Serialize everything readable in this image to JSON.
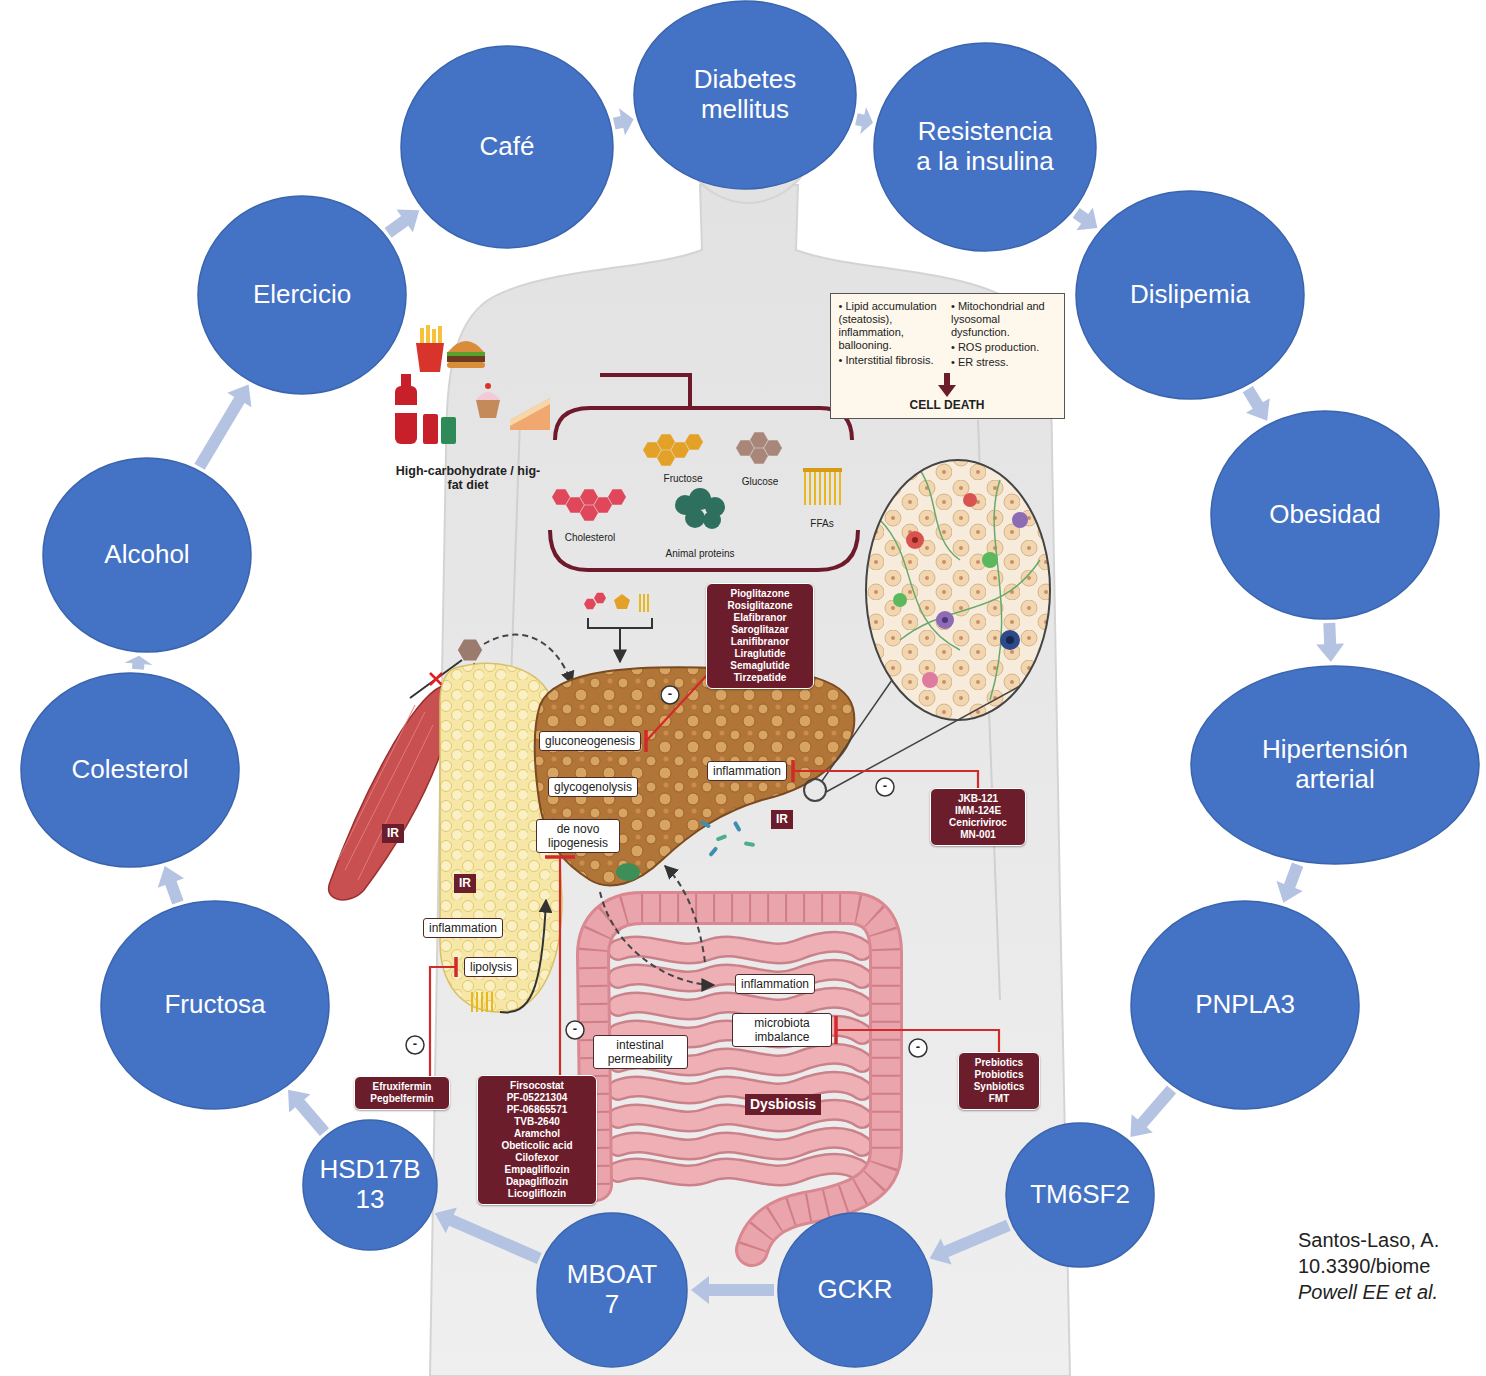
{
  "diagram": {
    "nodes": [
      {
        "text": [
          "Café"
        ]
      },
      {
        "text": [
          "Diabetes mellitus"
        ]
      },
      {
        "text": [
          "Resistencia a la insulina"
        ]
      },
      {
        "text": [
          "Dislipemia"
        ]
      },
      {
        "text": [
          "Obesidad"
        ]
      },
      {
        "text": [
          "Hipertensión arterial"
        ]
      },
      {
        "text": [
          "PNPLA3"
        ]
      },
      {
        "text": [
          "TM6SF2"
        ]
      },
      {
        "text": [
          "GCKR"
        ]
      },
      {
        "text": [
          "MBOAT 7"
        ]
      },
      {
        "text": [
          "HSD17B 13"
        ]
      },
      {
        "text": [
          "Fructosa"
        ]
      },
      {
        "text": [
          "Colesterol"
        ]
      },
      {
        "text": [
          "Alcohol"
        ]
      },
      {
        "text": [
          "Elercicio"
        ]
      },
      {
        "text": [
          "• Lipid accumulation (steatosis), inflammation, ballooning.",
          "• Interstitial fibrosis.",
          "• Mitochondrial and lysosomal dysfunction.",
          "• ROS production.",
          "• ER stress.",
          "CELL DEATH"
        ]
      },
      {
        "text": [
          "Pioglitazone",
          "Rosiglitazone",
          "Elafibranor",
          "Saroglitazar",
          "Lanifibranor",
          "Liraglutide",
          "Semaglutide",
          "Tirzepatide"
        ]
      },
      {
        "text": [
          "gluconeogenesis"
        ]
      },
      {
        "text": [
          "glycogenolysis"
        ]
      },
      {
        "text": [
          "de novo lipogenesis"
        ]
      },
      {
        "text": [
          "inflammation"
        ]
      },
      {
        "text": [
          "IR"
        ]
      },
      {
        "text": [
          "JKB-121",
          "IMM-124E",
          "Cenicriviroc",
          "MN-001"
        ]
      },
      {
        "text": [
          "IR"
        ]
      },
      {
        "text": [
          "IR"
        ]
      },
      {
        "text": [
          "inflammation"
        ]
      },
      {
        "text": [
          "lipolysis"
        ]
      },
      {
        "text": [
          "inflammation"
        ]
      },
      {
        "text": [
          "microbiota imbalance"
        ]
      },
      {
        "text": [
          "intestinal permeability"
        ]
      },
      {
        "text": [
          "Dysbiosis"
        ]
      },
      {
        "text": [
          "Prebiotics",
          "Probiotics",
          "Synbiotics",
          "FMT"
        ]
      },
      {
        "text": [
          "Efruxifermin",
          "Pegbelfermin"
        ]
      },
      {
        "text": [
          "Firsocostat",
          "PF-05221304",
          "PF-06865571",
          "TVB-2640",
          "Aramchol",
          "Obeticolic acid",
          "Cilofexor",
          "Empagliflozin",
          "Dapagliflozin",
          "Licogliflozin"
        ]
      }
    ],
    "edges": [
      {
        "from": 0,
        "to": 1,
        "arrow": "to"
      },
      {
        "from": 1,
        "to": 2,
        "arrow": "to"
      },
      {
        "from": 2,
        "to": 3,
        "arrow": "to"
      },
      {
        "from": 3,
        "to": 4,
        "arrow": "to"
      },
      {
        "from": 4,
        "to": 5,
        "arrow": "to"
      },
      {
        "from": 5,
        "to": 6,
        "arrow": "to"
      },
      {
        "from": 6,
        "to": 7,
        "arrow": "to"
      },
      {
        "from": 7,
        "to": 8,
        "arrow": "to"
      },
      {
        "from": 8,
        "to": 9,
        "arrow": "to"
      },
      {
        "from": 9,
        "to": 10,
        "arrow": "to"
      },
      {
        "from": 10,
        "to": 11,
        "arrow": "to"
      },
      {
        "from": 11,
        "to": 12,
        "arrow": "to"
      },
      {
        "from": 12,
        "to": 13,
        "arrow": "to"
      },
      {
        "from": 13,
        "to": 14,
        "arrow": "to"
      },
      {
        "from": 14,
        "to": 0,
        "arrow": "to"
      }
    ],
    "labels": [
      "High-carbohydrate / hig-fat diet",
      "Fructose",
      "Glucose",
      "Cholesterol",
      "Animal proteins",
      "FFAs",
      "-",
      "-",
      "-",
      "-",
      "-",
      "Santos-Laso, A.",
      "10.3390/biome",
      "Powell EE et al."
    ]
  }
}
